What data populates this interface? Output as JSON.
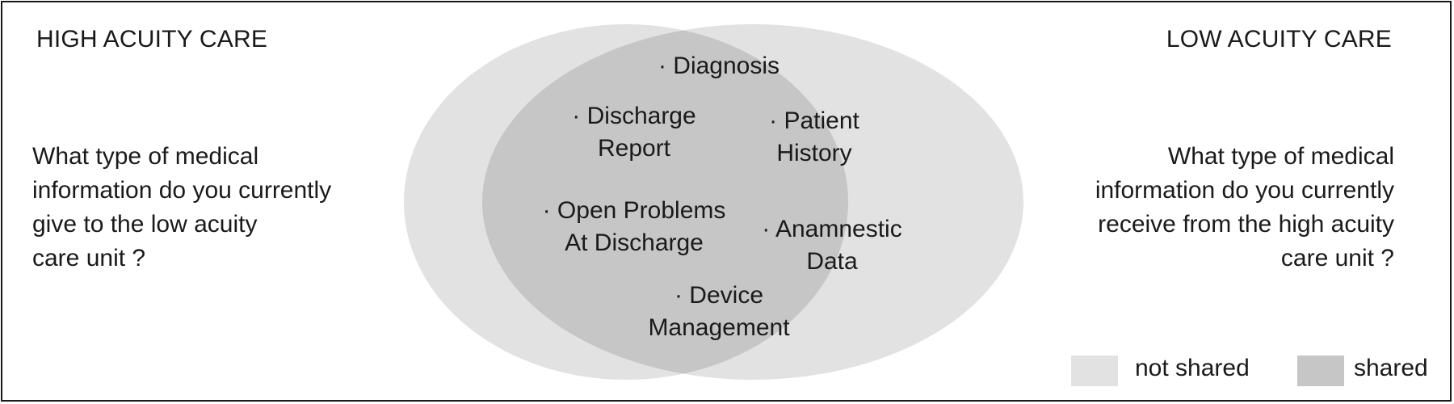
{
  "left_column": {
    "heading": "HIGH ACUITY CARE",
    "question_lines": [
      "What type of medical",
      "information do you currently",
      "give to the low acuity",
      "care unit ?"
    ]
  },
  "right_column": {
    "heading": "LOW ACUITY CARE",
    "question_lines": [
      "What type of medical",
      "information do you currently",
      "receive from the high acuity",
      "care unit ?"
    ]
  },
  "shared_items": [
    {
      "lines": [
        "· Diagnosis"
      ]
    },
    {
      "lines": [
        "· Discharge",
        "Report"
      ]
    },
    {
      "lines": [
        "· Patient",
        "History"
      ]
    },
    {
      "lines": [
        "· Open Problems",
        "At Discharge"
      ]
    },
    {
      "lines": [
        "· Anamnestic",
        "Data"
      ]
    },
    {
      "lines": [
        "· Device",
        "Management"
      ]
    }
  ],
  "legend": [
    {
      "label": "not shared",
      "color": "#e2e2e2"
    },
    {
      "label": "shared",
      "color": "#c6c6c6"
    }
  ],
  "colors": {
    "not_shared": "#e2e2e2",
    "shared": "#c6c6c6",
    "border": "#1a1a1a"
  }
}
